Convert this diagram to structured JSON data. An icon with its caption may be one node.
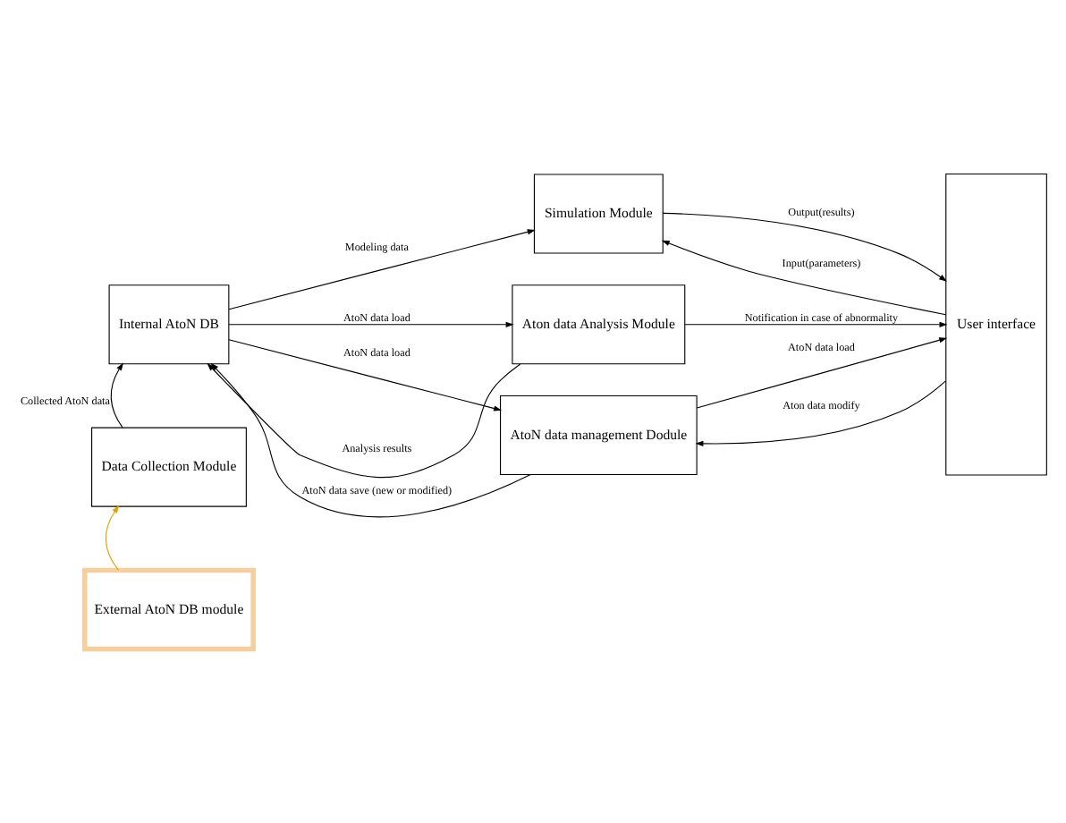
{
  "diagram": {
    "nodes": [
      {
        "text": [
          "Internal AtoN DB"
        ]
      },
      {
        "text": [
          "Simulation Module"
        ]
      },
      {
        "text": [
          "Aton data Analysis Module"
        ]
      },
      {
        "text": [
          "Data Collection Module"
        ]
      },
      {
        "text": [
          "External AtoN DB module"
        ]
      },
      {
        "text": [
          "AtoN data management Dodule"
        ]
      },
      {
        "text": [
          "User interface"
        ]
      }
    ],
    "edges": [
      {
        "from": 0,
        "to": 1,
        "arrow": "to",
        "label": "Modeling data"
      },
      {
        "from": 6,
        "to": 1,
        "arrow": "to",
        "label": "Input(parameters)"
      },
      {
        "from": 1,
        "to": 6,
        "arrow": "to",
        "label": "Output(results)"
      },
      {
        "from": 0,
        "to": 2,
        "arrow": "to",
        "label": "AtoN data load"
      },
      {
        "from": 2,
        "to": 0,
        "arrow": "to",
        "label": "Analysis results"
      },
      {
        "from": 2,
        "to": 6,
        "arrow": "to",
        "label": "Notification in case of abnormality"
      },
      {
        "from": 3,
        "to": 0,
        "arrow": "to",
        "label": "Collected AtoN data"
      },
      {
        "from": 0,
        "to": 5,
        "arrow": "to",
        "label": "AtoN data load"
      },
      {
        "from": 5,
        "to": 0,
        "arrow": "to",
        "label": "AtoN data save (new or modified)"
      },
      {
        "from": 5,
        "to": 6,
        "arrow": "to",
        "label": "AtoN data load"
      },
      {
        "from": 6,
        "to": 5,
        "arrow": "to",
        "label": "Aton data modify"
      },
      {
        "from": 4,
        "to": 3,
        "arrow": "to",
        "color": "#e0a100"
      }
    ]
  }
}
